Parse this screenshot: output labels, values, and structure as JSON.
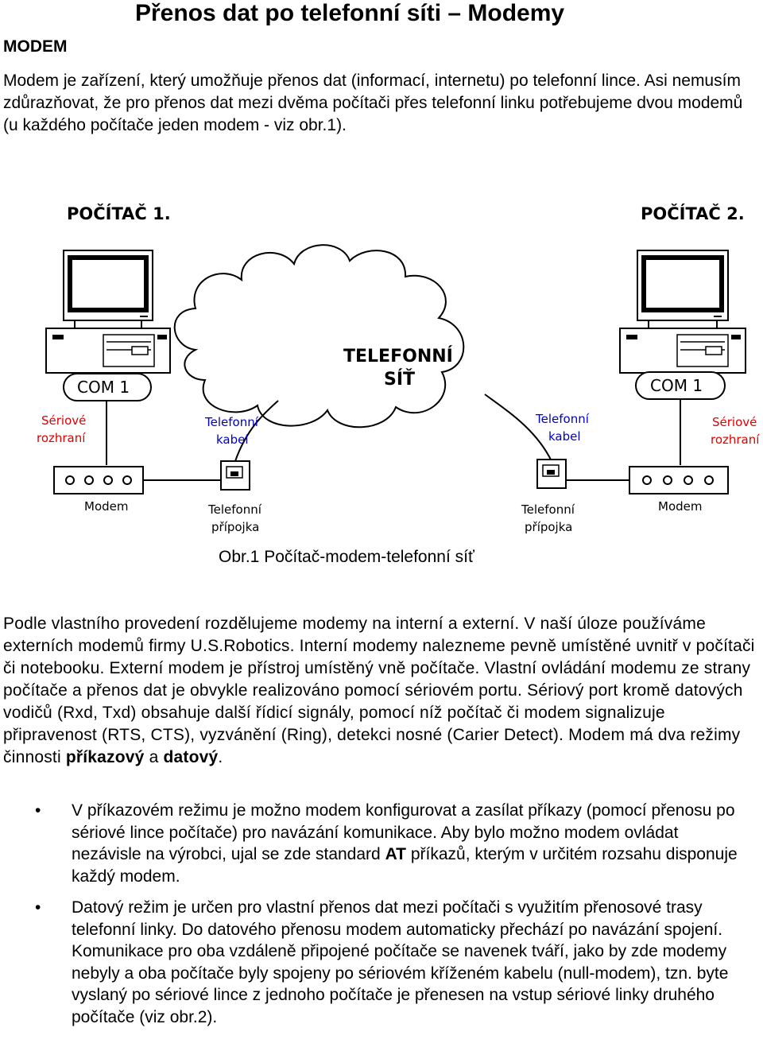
{
  "title": "Přenos dat po telefonní síti – Modemy",
  "section_label": "MODEM",
  "intro": "Modem je zařízení, který umožňuje přenos dat (informací, internetu) po telefonní lince. Asi nemusím zdůrazňovat, že pro přenos dat mezi dvěma počítači přes telefonní linku potřebujeme dvou modemů (u každého počítače jeden modem - viz obr.1).",
  "diagram": {
    "pc1_label": "POČÍTAČ 1.",
    "pc2_label": "POČÍTAČ 2.",
    "cloud_line1": "TELEFONNÍ",
    "cloud_line2": "SÍŤ",
    "com_left": "COM 1",
    "com_right": "COM 1",
    "serial_left_1": "Sériové",
    "serial_left_2": "rozhraní",
    "serial_right_1": "Sériové",
    "serial_right_2": "rozhraní",
    "cable_left_1": "Telefonní",
    "cable_left_2": "kabel",
    "cable_right_1": "Telefonní",
    "cable_right_2": "kabel",
    "modem_left": "Modem",
    "modem_right": "Modem",
    "jack_left_1": "Telefonní",
    "jack_left_2": "přípojka",
    "jack_right_1": "Telefonní",
    "jack_right_2": "přípojka",
    "label_red": "#e00000",
    "label_blue": "#0000c8"
  },
  "caption": "Obr.1 Počítač-modem-telefonní síť",
  "para2_a": "Podle vlastního provedení rozdělujeme modemy na  interní a externí. V naší úloze používáme externích modemů firmy U.S.Robotics. Interní modemy nalezneme pevně umístěné uvnitř v počítači či notebooku. Externí modem je přístroj umístěný vně počítače. Vlastní ovládání modemu  ze strany počítače a přenos dat je obvykle realizováno pomocí sériovém portu. Sériový port kromě datových vodičů (Rxd, Txd) obsahuje další řídicí signály, pomocí níž počítač či modem signalizuje připravenost (RTS, CTS), vyzvánění (Ring), detekci nosné (Carier Detect). Modem má dva režimy činnosti ",
  "para2_bold1": "příkazový",
  "para2_mid": " a ",
  "para2_bold2": "datový",
  "para2_end": ".",
  "bullet_symbol": "•",
  "bullet1_a": "V příkazovém režimu je možno modem konfigurovat a zasílat příkazy (pomocí přenosu po sériové lince počítače) pro navázání komunikace. Aby bylo možno modem ovládat nezávisle na výrobci, ujal se zde standard ",
  "bullet1_bold": "AT",
  "bullet1_b": " příkazů, kterým v určitém rozsahu disponuje každý modem.",
  "bullet2": "Datový režim je určen pro vlastní přenos dat mezi počítači s využitím přenosové trasy telefonní linky. Do datového přenosu modem automaticky přechází po navázání spojení. Komunikace pro oba  vzdáleně připojené počítače se navenek tváří, jako by zde modemy nebyly a oba počítače byly spojeny po sériovém kříženém kabelu (null-modem), tzn. byte vyslaný po sériové lince z jednoho počítače je přenesen na vstup sériové linky druhého počítače (viz obr.2)."
}
